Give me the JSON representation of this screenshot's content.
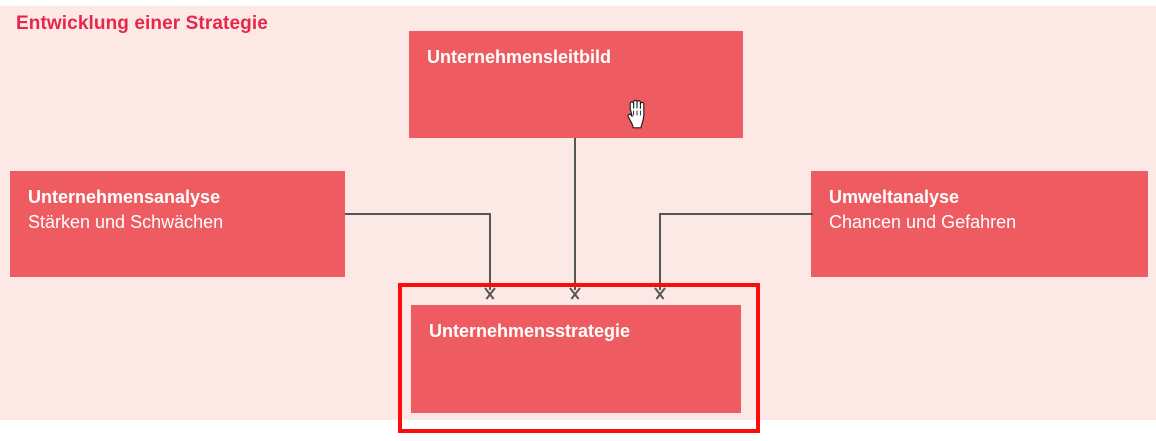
{
  "slide": {
    "title": "Entwicklung einer Strategie",
    "background_color": "#fce8e5",
    "box_color": "#ee5b60",
    "title_color": "#e8264a",
    "connector_color": "#565656",
    "selection_color": "#fc0d0d"
  },
  "boxes": {
    "leitbild": {
      "line1": "Unternehmensleitbild",
      "line2": ""
    },
    "analyse": {
      "line1": "Unternehmensanalyse",
      "line2": "Stärken und Schwächen"
    },
    "umwelt": {
      "line1": "Umweltanalyse",
      "line2": "Chancen und Gefahren"
    },
    "strategie": {
      "line1": "Unternehmensstrategie",
      "line2": ""
    }
  },
  "cursor": {
    "icon": "pointer-cursor"
  }
}
